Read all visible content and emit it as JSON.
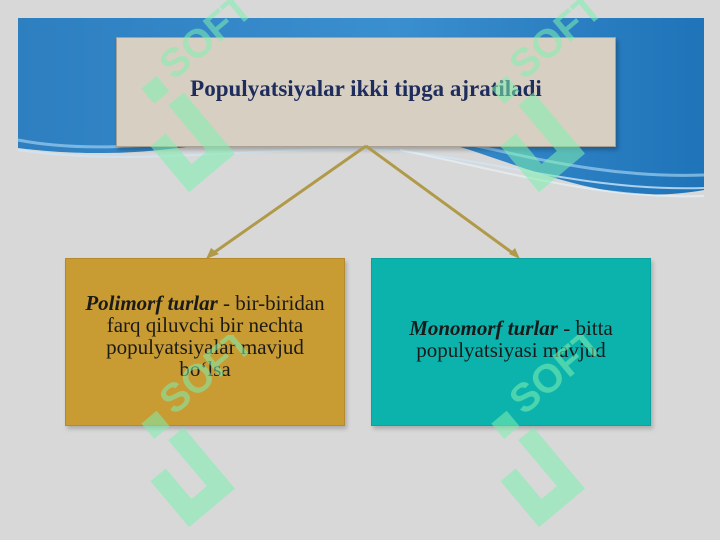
{
  "title": "Populyatsiyalar ikki tipga ajratiladi",
  "left_box": {
    "term": "Polimorf turlar",
    "text": " - bir-biridan farq qiluvchi bir nechta populyatsiyalar mavjud bo‘lsa"
  },
  "right_box": {
    "term": "Monomorf turlar",
    "text": " - bitta populyatsiyasi mavjud"
  },
  "watermark_text": "SOFT",
  "colors": {
    "banner_blue": "#2f86c6",
    "title_text": "#1f2d5c",
    "left_box": "#c99b33",
    "right_box": "#0cb3ad",
    "connector": "#b09a4a",
    "watermark": "#7ff0b0"
  }
}
